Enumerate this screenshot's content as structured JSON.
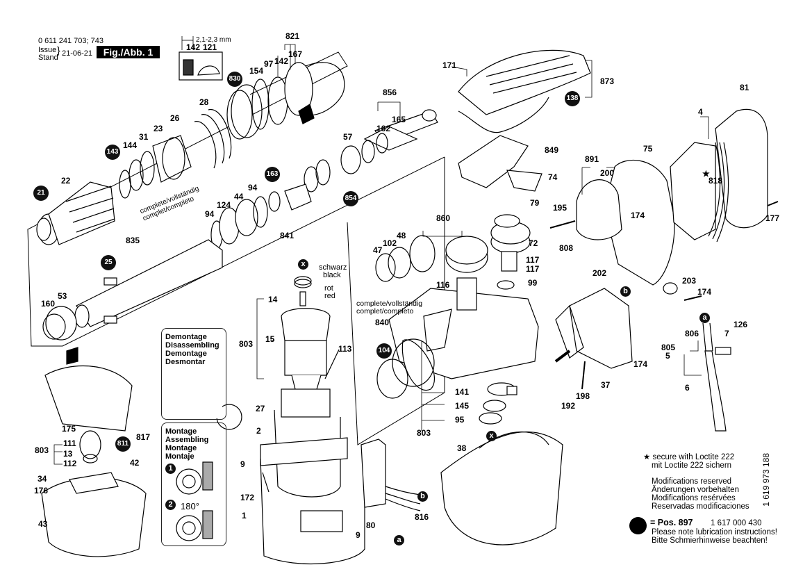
{
  "header": {
    "part_number": "0 611 241 703; 743",
    "issue_label": "Issue",
    "stand_label": "Stand",
    "date": "21-06-21",
    "figure": "Fig./Abb. 1"
  },
  "dimension_note": "2,1-2,3 mm",
  "panels": {
    "demontage": [
      "Demontage",
      "Disassembling",
      "Demontage",
      "Desmontar"
    ],
    "montage": [
      "Montage",
      "Assembling",
      "Montage",
      "Montaje"
    ],
    "step_angle": "180°"
  },
  "complete_notes": {
    "left": [
      "complete/vollständig",
      "complet/completo"
    ],
    "right": [
      "complete/vollständig",
      "complet/completo"
    ]
  },
  "wire_labels": {
    "schwarz": "schwarz",
    "black": "black",
    "rot": "rot",
    "red": "red"
  },
  "legend": {
    "star_line1": "secure with Loctite 222",
    "star_line2": "mit Loctite 222 sichern",
    "mods": [
      "Modifications reserved",
      "Änderungen vorbehalten",
      "Modifications resérvées",
      "Reservadas modificaciones"
    ],
    "pos_label": "= Pos. 897",
    "pos_number": "1 617 000 430",
    "lube_en": "Please note lubrication instructions!",
    "lube_de": "Bitte Schmierhinweise beachten!"
  },
  "doc_number": "1 619 973 188",
  "callouts": {
    "c830": "830",
    "c143": "143",
    "c21": "21",
    "c25": "25",
    "c163": "163",
    "c854": "854",
    "c138": "138",
    "c104": "104",
    "c811": "811",
    "cx1": "x",
    "cx2": "x",
    "cb1": "b",
    "cb2": "b",
    "ca1": "a",
    "ca2": "a",
    "cs1": "1",
    "cs2": "2"
  },
  "parts": [
    "821",
    "142",
    "121",
    "97",
    "167",
    "154",
    "142",
    "28",
    "26",
    "23",
    "31",
    "144",
    "22",
    "856",
    "165",
    "162",
    "57",
    "94",
    "44",
    "124",
    "94",
    "835",
    "53",
    "160",
    "841",
    "171",
    "873",
    "849",
    "74",
    "79",
    "81",
    "4",
    "891",
    "200",
    "75",
    "818",
    "195",
    "174",
    "808",
    "177",
    "860",
    "48",
    "102",
    "47",
    "72",
    "117",
    "117",
    "116",
    "99",
    "202",
    "203",
    "174",
    "14",
    "803",
    "15",
    "113",
    "840",
    "141",
    "145",
    "95",
    "803",
    "38",
    "175",
    "803",
    "111",
    "13",
    "112",
    "817",
    "42",
    "34",
    "176",
    "43",
    "2",
    "27",
    "9",
    "172",
    "1",
    "9",
    "80",
    "816",
    "192",
    "198",
    "37",
    "174",
    "806",
    "7",
    "126",
    "805",
    "5",
    "6"
  ]
}
